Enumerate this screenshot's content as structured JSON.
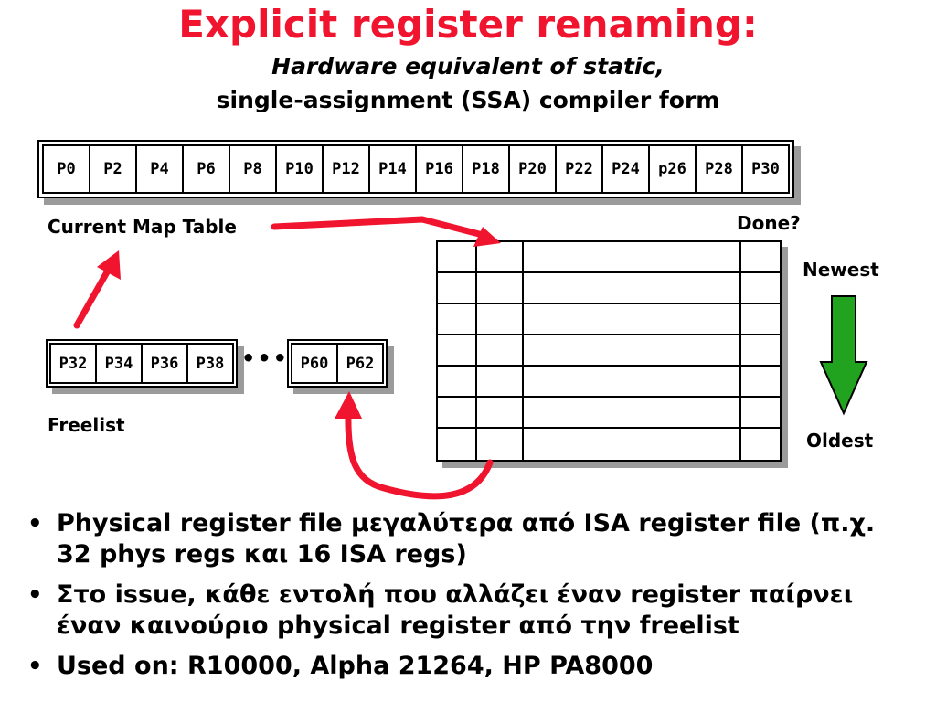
{
  "title": "Explicit register renaming:",
  "subtitle_line1": "Hardware equivalent of static,",
  "subtitle_line2": "single-assignment (SSA) compiler form",
  "map_table": {
    "label": "Current Map Table",
    "registers": [
      "P0",
      "P2",
      "P4",
      "P6",
      "P8",
      "P10",
      "P12",
      "P14",
      "P16",
      "P18",
      "P20",
      "P22",
      "P24",
      "p26",
      "P28",
      "P30"
    ]
  },
  "freelist": {
    "label": "Freelist",
    "registers_a": [
      "P32",
      "P34",
      "P36",
      "P38"
    ],
    "ellipsis": "•••",
    "registers_b": [
      "P60",
      "P62"
    ]
  },
  "rob": {
    "done_label": "Done?",
    "newest_label": "Newest",
    "oldest_label": "Oldest",
    "rows": 7,
    "columns": 4
  },
  "colors": {
    "title": "#f0142e",
    "arrow_red": "#f0142e",
    "arrow_green": "#22a31f"
  },
  "bullets": [
    "Physical register file μεγαλύτερα από ISA register file (π.χ. 32 phys regs και 16 ISA regs)",
    "Στο issue, κάθε εντολή που αλλάζει έναν register παίρνει έναν καινούριο physical register από την freelist",
    "Used on: R10000, Alpha 21264, HP PA8000"
  ]
}
